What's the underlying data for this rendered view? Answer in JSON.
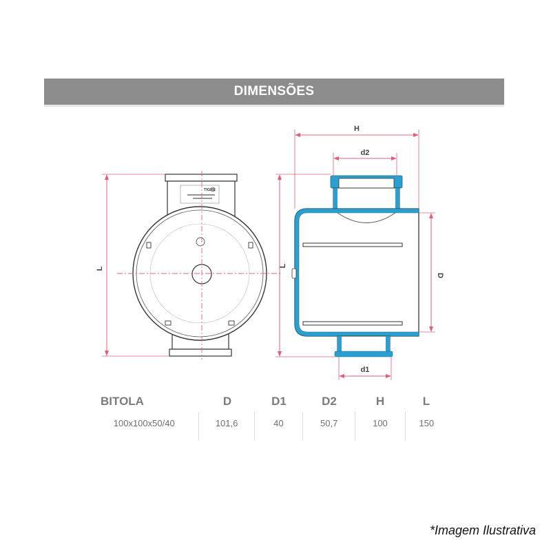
{
  "header": {
    "title": "DIMENSÕES"
  },
  "drawing": {
    "front_view": {
      "label_L": "L",
      "logo_text": "TIGRE"
    },
    "side_view": {
      "label_H": "H",
      "label_d2": "d2",
      "label_L": "L",
      "label_D": "D",
      "label_d1": "d1"
    },
    "colors": {
      "dimension_line": "#e0607a",
      "pipe_wall": "#2a9fd0",
      "outline": "#333333"
    }
  },
  "table": {
    "headers": [
      "BITOLA",
      "D",
      "D1",
      "D2",
      "H",
      "L"
    ],
    "rows": [
      [
        "100x100x50/40",
        "101,6",
        "40",
        "50,7",
        "100",
        "150"
      ]
    ]
  },
  "note": "*Imagem Ilustrativa"
}
